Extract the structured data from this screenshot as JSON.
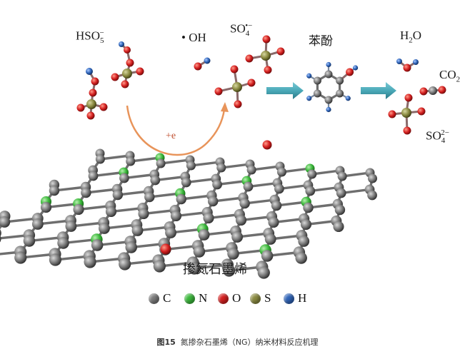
{
  "labels": {
    "hso5": "HSO",
    "hso5_sub": "5",
    "hso5_sup": "−",
    "oh": "• OH",
    "so4": "SO",
    "so4_sub": "4",
    "so4_sup": "•−",
    "phenol": "苯酚",
    "h2o": "H",
    "h2o_sub": "2",
    "h2o_tail": "O",
    "co2": "CO",
    "co2_sub": "2",
    "so4b": "SO",
    "so4b_sub": "4",
    "so4b_sup": "2−",
    "electron": "+e",
    "graphene": "掺氮石墨烯"
  },
  "legend": [
    {
      "symbol": "C",
      "color": "#7a7a7a"
    },
    {
      "symbol": "N",
      "color": "#3cb83c"
    },
    {
      "symbol": "O",
      "color": "#d42020"
    },
    {
      "symbol": "S",
      "color": "#8a8a40"
    },
    {
      "symbol": "H",
      "color": "#2f64b8"
    }
  ],
  "caption": {
    "figure": "图15",
    "text": "氮掺杂石墨烯（NG）纳米材料反应机理"
  },
  "colors": {
    "arrow": "#4aa9b8",
    "curve": "#e8945a",
    "carbon": "#7a7a7a",
    "nitrogen": "#3cb83c",
    "oxygen": "#d42020",
    "sulfur": "#8a8a40",
    "hydrogen": "#2f64b8"
  }
}
